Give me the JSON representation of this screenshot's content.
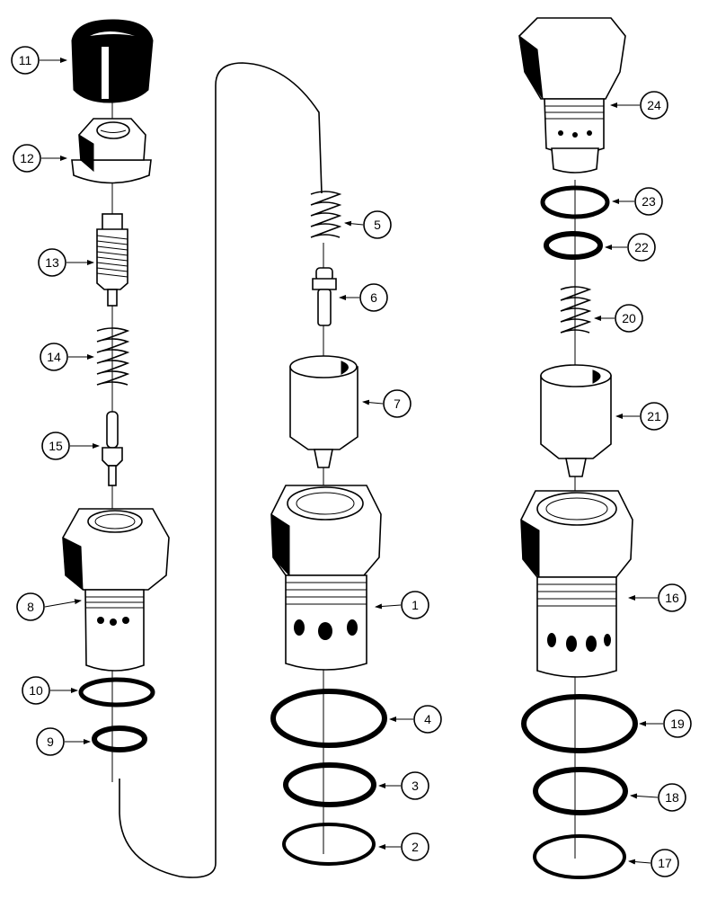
{
  "callouts": {
    "c1": "1",
    "c2": "2",
    "c3": "3",
    "c4": "4",
    "c5": "5",
    "c6": "6",
    "c7": "7",
    "c8": "8",
    "c9": "9",
    "c10": "10",
    "c11": "11",
    "c12": "12",
    "c13": "13",
    "c14": "14",
    "c15": "15",
    "c16": "16",
    "c17": "17",
    "c18": "18",
    "c19": "19",
    "c20": "20",
    "c21": "21",
    "c22": "22",
    "c23": "23",
    "c24": "24"
  },
  "colors": {
    "ink": "#000000",
    "paper": "#ffffff"
  }
}
